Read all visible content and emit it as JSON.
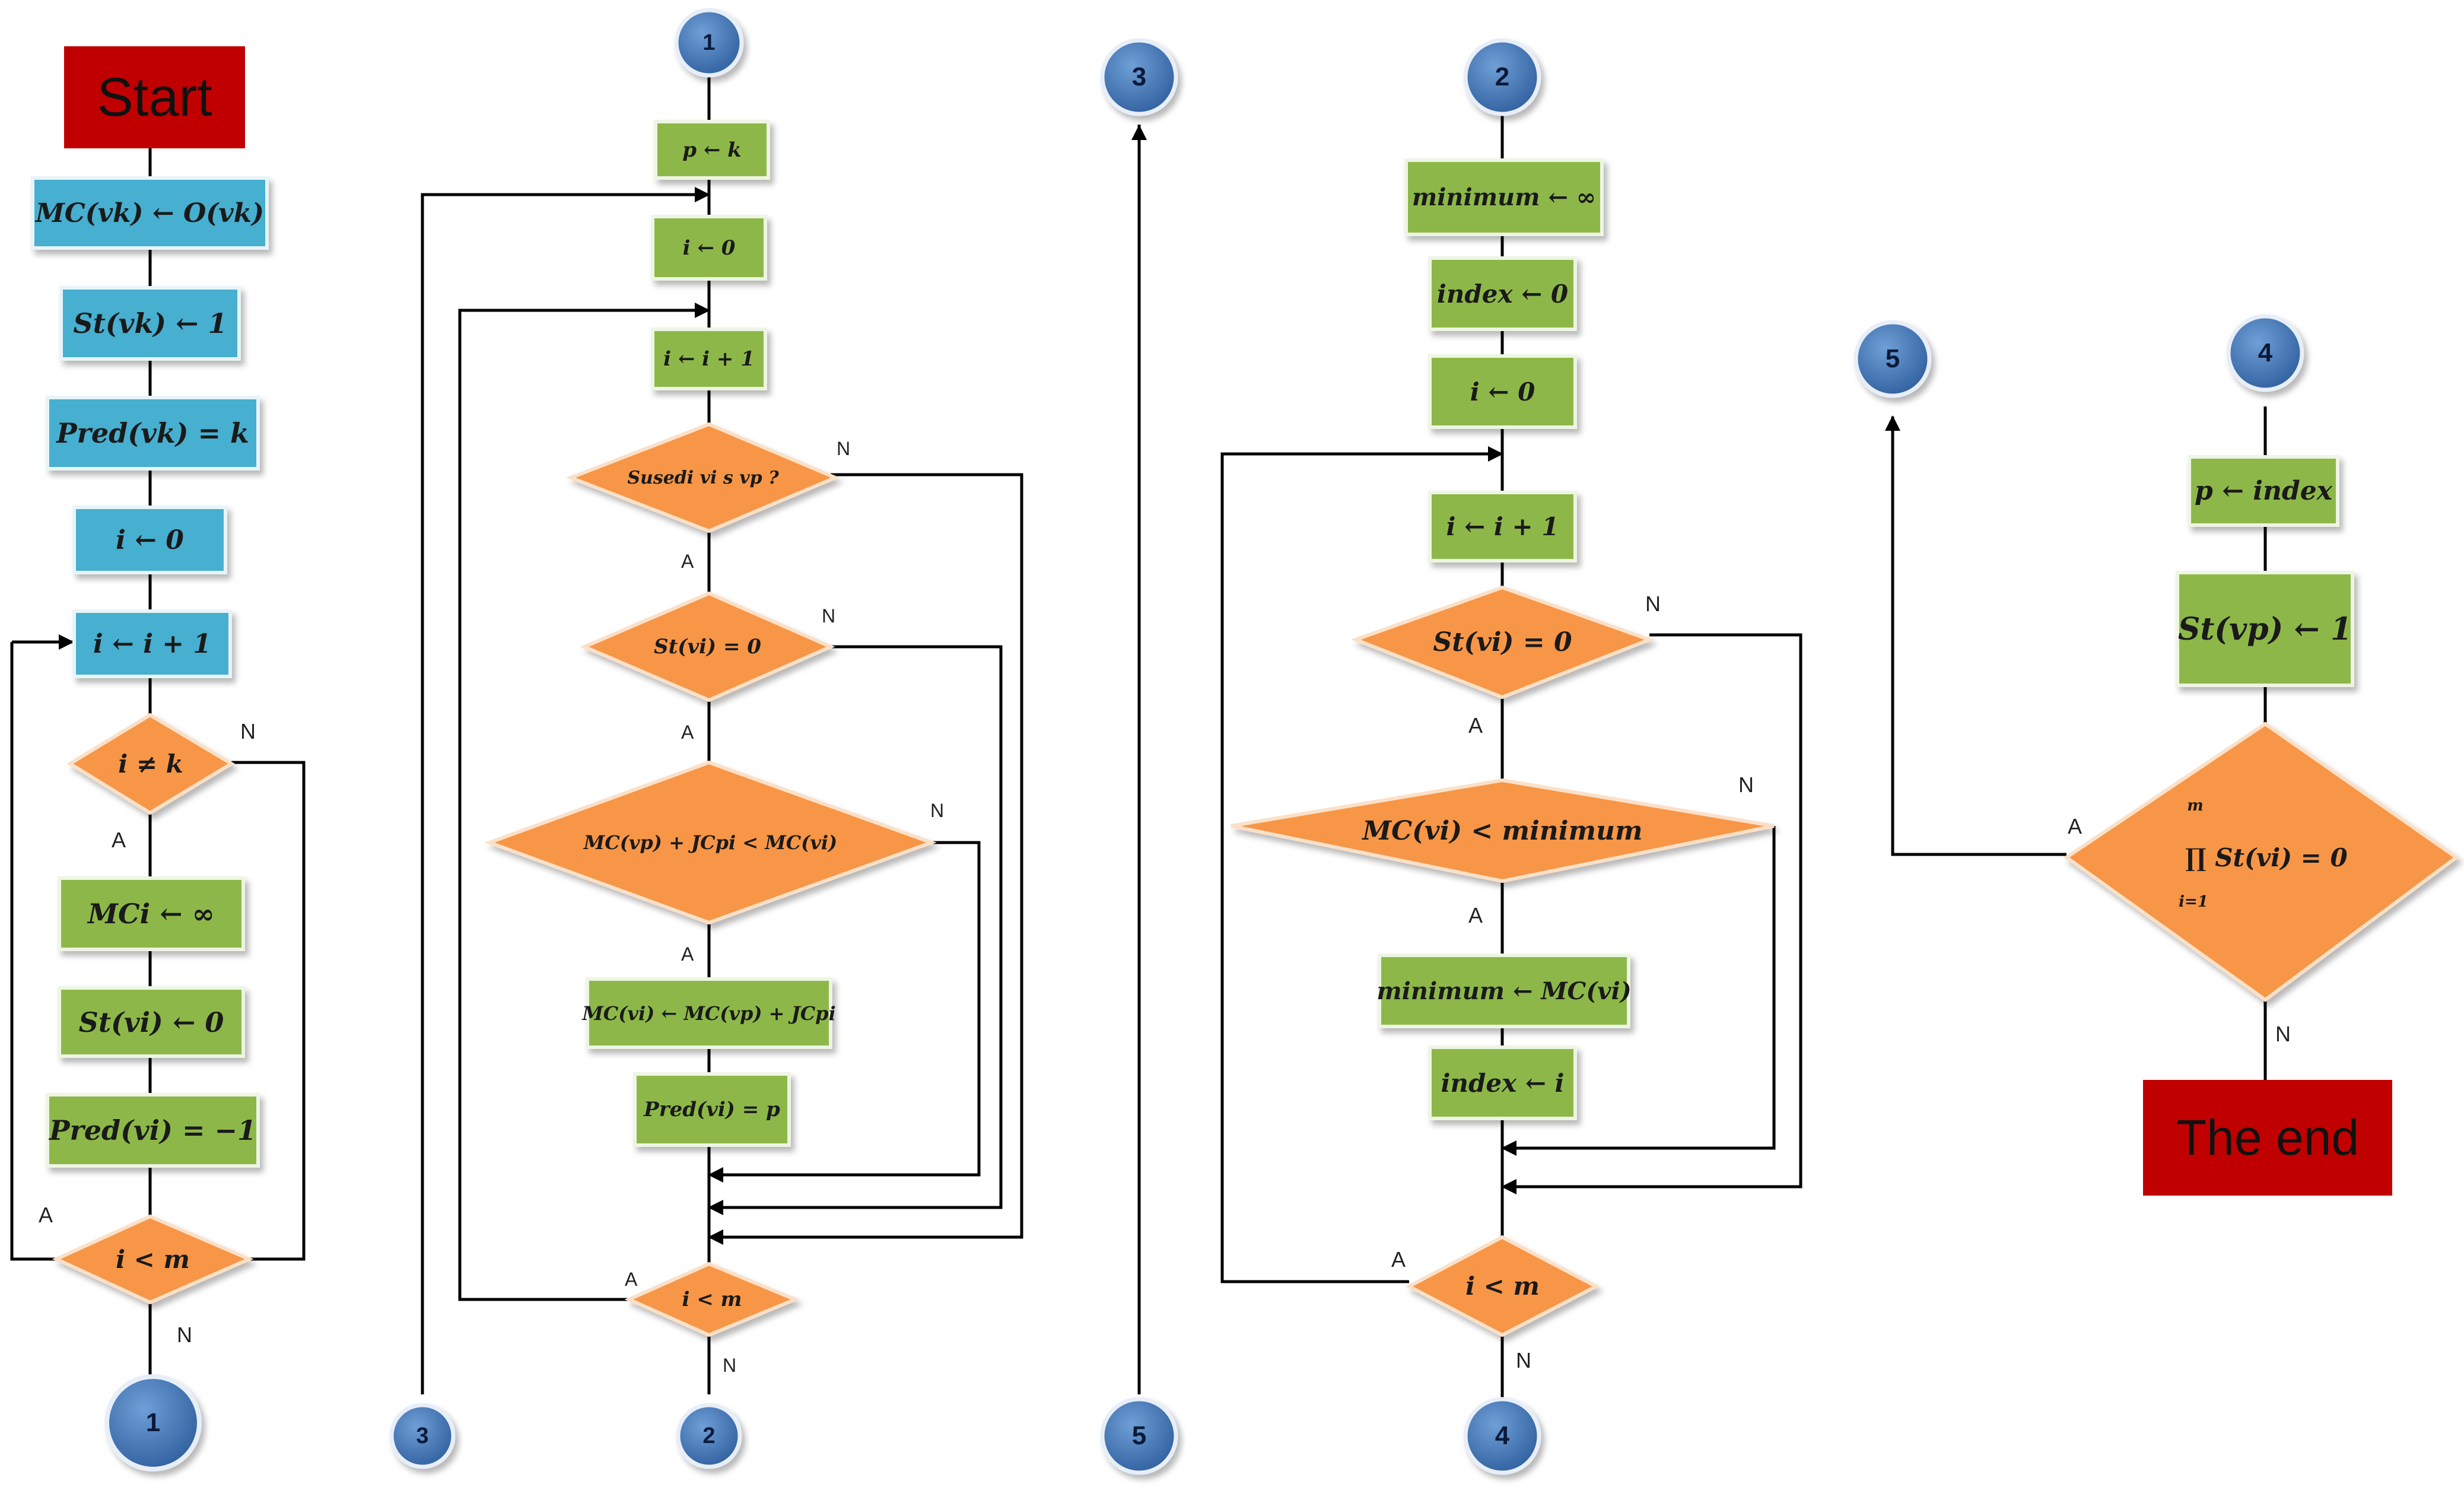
{
  "colors": {
    "process_blue": "#46AFCF",
    "process_green": "#8DB84A",
    "decision_orange": "#F79646",
    "terminal_red": "#C00000",
    "connector_blue": "#4F81BD",
    "line": "#000000"
  },
  "col1": {
    "start": "Start",
    "b1": "MC(vk) ← O(vk)",
    "b2": "St(vk) ← 1",
    "b3": "Pred(vk) = k",
    "b4": "i ← 0",
    "b5": "i ← i + 1",
    "d1": "i ≠ k",
    "g1": "MCi ← ∞",
    "g2": "St(vi) ← 0",
    "g3": "Pred(vi) = −1",
    "d2": "i < m",
    "c_out": "1",
    "a_yes1": "A",
    "a_no1": "N",
    "a_yes2": "A",
    "a_no2": "N"
  },
  "col2": {
    "c_in": "1",
    "b1": "p ← k",
    "b2": "i ← 0",
    "b3": "i ← i + 1",
    "d1": "Susedi vi s vp ?",
    "d2": "St(vi) = 0",
    "d3": "MC(vp) + JCpi < MC(vi)",
    "b4": "MC(vi) ← MC(vp) + JCpi",
    "b5": "Pred(vi) = p",
    "d4": "i < m",
    "c_left": "3",
    "c_out": "2",
    "a_d1_y": "A",
    "a_d1_n": "N",
    "a_d2_y": "A",
    "a_d2_n": "N",
    "a_d3_y": "A",
    "a_d3_n": "N",
    "a_d4_y": "A",
    "a_d4_n": "N"
  },
  "col3": {
    "c_top": "3",
    "c_bottom": "5"
  },
  "col4": {
    "c_in": "2",
    "b1": "minimum ← ∞",
    "b2": "index ← 0",
    "b3": "i ← 0",
    "b4": "i ← i + 1",
    "d1": "St(vi) = 0",
    "d2": "MC(vi) < minimum",
    "b5": "minimum ← MC(vi)",
    "b6": "index ← i",
    "d3": "i < m",
    "c_out": "4",
    "a_d1_y": "A",
    "a_d1_n": "N",
    "a_d2_y": "A",
    "a_d2_n": "N",
    "a_d3_y": "A",
    "a_d3_n": "N"
  },
  "col5": {
    "c_in": "4",
    "c_left": "5",
    "b1": "p ← index",
    "b2": "St(vp) ← 1",
    "d1": "∏ St(vi) = 0",
    "prod_top": "m",
    "prod_bottom": "i=1",
    "end": "The end",
    "a_y": "A",
    "a_n": "N"
  }
}
